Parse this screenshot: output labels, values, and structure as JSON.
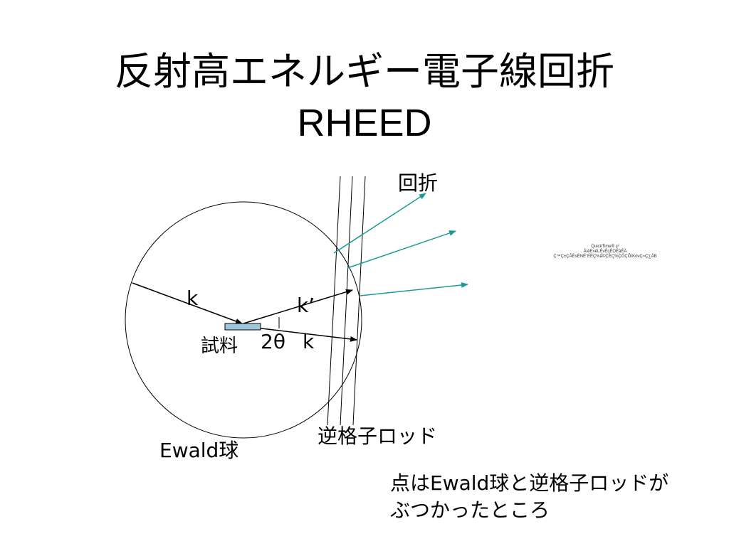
{
  "slide": {
    "title_line1": "反射高エネルギー電子線回折",
    "title_line2": "RHEED"
  },
  "diagram": {
    "label_diffraction": "回折",
    "label_k_incident": "k",
    "label_k_prime": "k’",
    "label_k_transmit": "k",
    "label_two_theta": "2θ",
    "label_sample": "試料",
    "label_ewald": "Ewald球",
    "label_rods": "逆格子ロッド",
    "note_line1": "点はEwald球と逆格子ロッドが",
    "note_line2": "ぶつかったところ",
    "placeholder_line1": "QuickTime® ç²",
    "placeholder_line2": "ÅìêEvêLÉvÉçÉOÉâÉÄ",
    "placeholder_line3": "Ç™Ç±ÇÃÉsÉNÉ`ÉÉÇ%å©ÇÈÇ%ÇÖÇÕïKóvÇ≈Ç∑ÅB",
    "colors": {
      "line": "#000000",
      "diffracted": "#1a9a9a",
      "sample_fill": "#9ec8da"
    }
  }
}
